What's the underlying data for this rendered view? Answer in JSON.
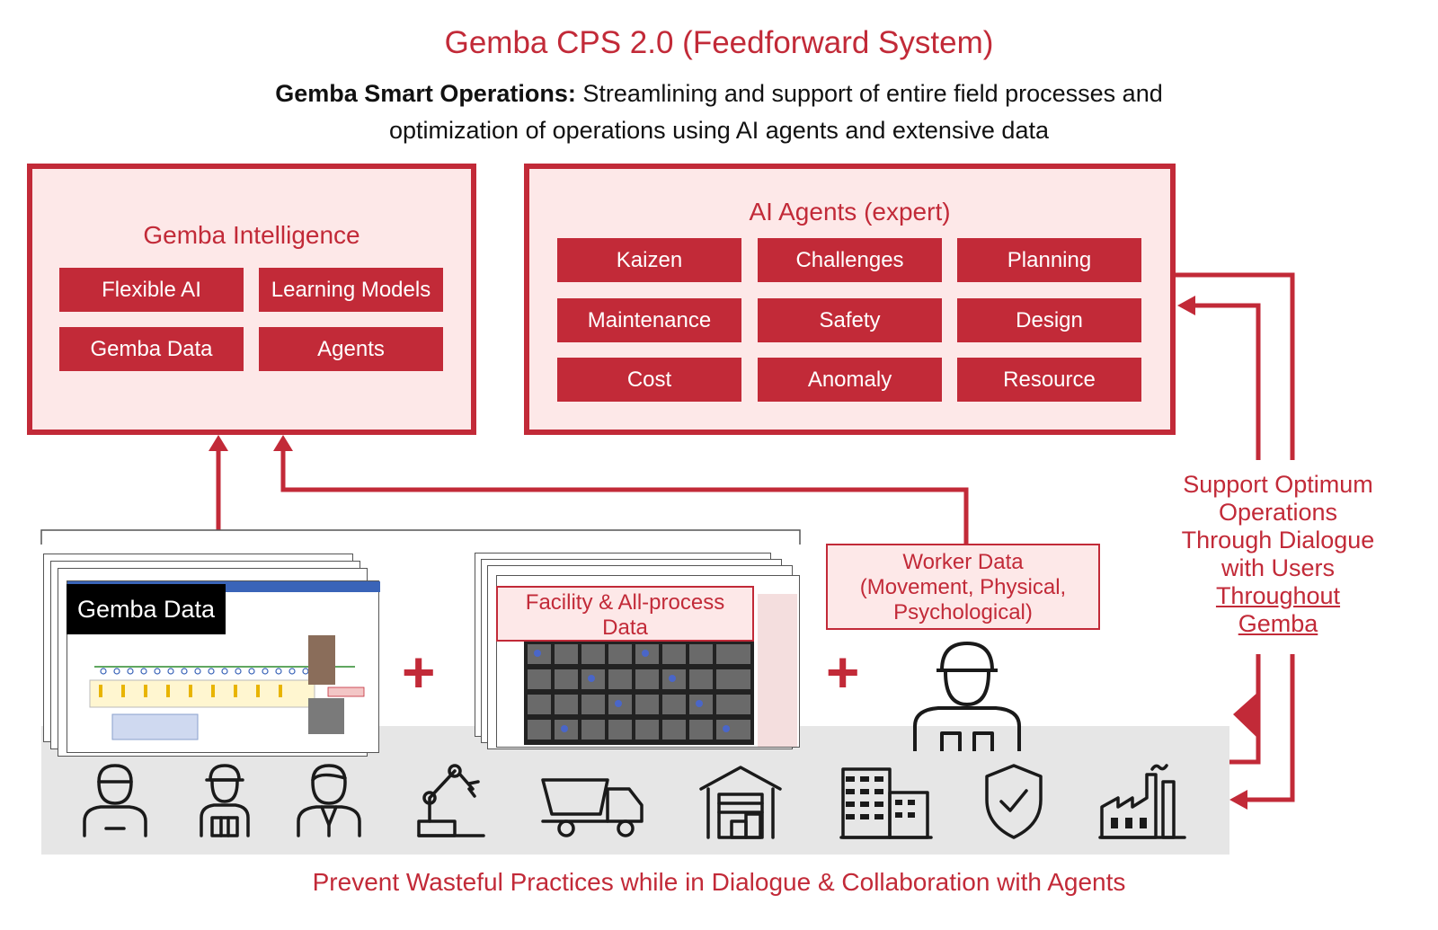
{
  "header": {
    "title": "Gemba CPS 2.0 (Feedforward System)",
    "subtitle_bold": "Gemba Smart Operations:",
    "subtitle_line1": " Streamlining and support of entire field processes and",
    "subtitle_line2": "optimization of operations using AI agents and extensive data"
  },
  "gemba_intelligence": {
    "title": "Gemba Intelligence",
    "items": [
      "Flexible AI",
      "Learning Models",
      "Gemba Data",
      "Agents"
    ]
  },
  "ai_agents": {
    "title": "AI Agents (expert)",
    "items": [
      "Kaizen",
      "Challenges",
      "Planning",
      "Maintenance",
      "Safety",
      "Design",
      "Cost",
      "Anomaly",
      "Resource"
    ]
  },
  "data_sources": {
    "gemba_data": "Gemba Data",
    "facility_line1": "Facility & All-process",
    "facility_line2": "Data",
    "worker_line1": "Worker Data",
    "worker_line2": "(Movement, Physical,",
    "worker_line3": "Psychological)",
    "plus": "+"
  },
  "side": {
    "line1": "Support Optimum",
    "line2": "Operations",
    "line3": "Through Dialogue",
    "line4": "with Users",
    "line5": "Throughout",
    "line6": "Gemba"
  },
  "footer": "Prevent Wasteful Practices while in Dialogue & Collaboration with Agents",
  "bottom_icons": [
    "worker-icon",
    "helmet-worker-icon",
    "businessman-icon",
    "robot-arm-icon",
    "dump-truck-icon",
    "warehouse-icon",
    "building-icon",
    "shield-check-icon",
    "factory-icon"
  ],
  "colors": {
    "accent": "#c22a38",
    "panel_fill": "#fde8e8",
    "band": "#e6e6e6"
  }
}
